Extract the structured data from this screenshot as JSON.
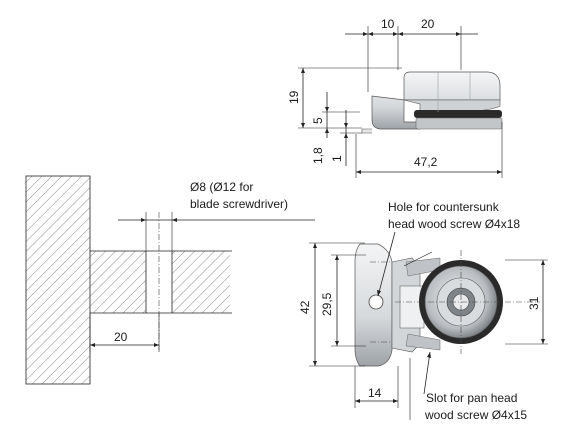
{
  "side_view": {
    "width_10": "10",
    "width_20": "20",
    "height_19": "19",
    "height_5": "5",
    "height_1_8": "1,8",
    "height_1": "1",
    "length_47_2": "47,2"
  },
  "section_view": {
    "bore_line1": "Ø8 (Ø12 for",
    "bore_line2": "blade screwdriver)",
    "depth_20": "20"
  },
  "front_view": {
    "hole_note_line1": "Hole for countersunk",
    "hole_note_line2": "head wood screw Ø4x18",
    "height_42": "42",
    "spacing_29_5": "29,5",
    "height_31": "31",
    "offset_14": "14",
    "slot_note_line1": "Slot for pan head",
    "slot_note_line2": "wood screw Ø4x15"
  },
  "colors": {
    "line": "#222222",
    "hatch": "#555555",
    "metal_light": "#e4e6e8",
    "metal_dark": "#8e9398",
    "rubber": "#2a2a2a"
  }
}
